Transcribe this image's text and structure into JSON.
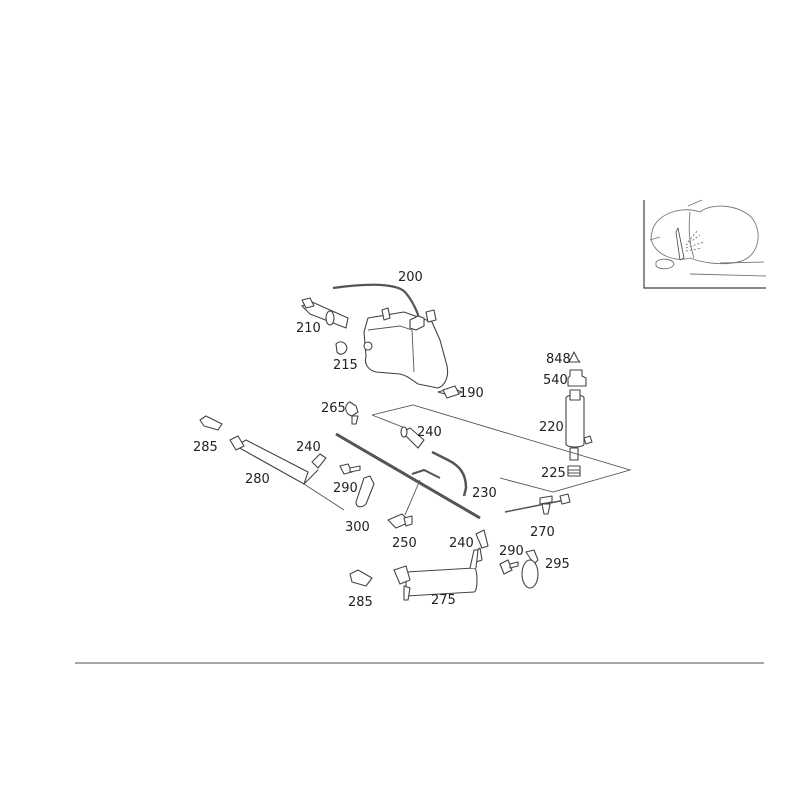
{
  "diagram": {
    "title": "Headlamp cleaning system – exploded parts view",
    "parts": [
      {
        "id": "200",
        "label": "200",
        "name": "washer-fluid-reservoir"
      },
      {
        "id": "210",
        "label": "210",
        "name": "filler-neck"
      },
      {
        "id": "215",
        "label": "215",
        "name": "grommet"
      },
      {
        "id": "190",
        "label": "190",
        "name": "reservoir-nut"
      },
      {
        "id": "848",
        "label": "848",
        "name": "connector-cap"
      },
      {
        "id": "540",
        "label": "540",
        "name": "electrical-connector"
      },
      {
        "id": "220",
        "label": "220",
        "name": "washer-pump"
      },
      {
        "id": "225",
        "label": "225",
        "name": "pump-seal"
      },
      {
        "id": "265",
        "label": "265",
        "name": "hose-clip"
      },
      {
        "id": "240a",
        "label": "240",
        "name": "hose-connector-upper"
      },
      {
        "id": "240b",
        "label": "240",
        "name": "hose-connector-left"
      },
      {
        "id": "240c",
        "label": "240",
        "name": "hose-connector-lower"
      },
      {
        "id": "230",
        "label": "230",
        "name": "washer-hose"
      },
      {
        "id": "285a",
        "label": "285",
        "name": "spray-nozzle-left"
      },
      {
        "id": "280",
        "label": "280",
        "name": "telescopic-cylinder-left"
      },
      {
        "id": "290a",
        "label": "290",
        "name": "bolt-left"
      },
      {
        "id": "300",
        "label": "300",
        "name": "bracket-left"
      },
      {
        "id": "250",
        "label": "250",
        "name": "t-piece"
      },
      {
        "id": "270",
        "label": "270",
        "name": "cable-tie-clip"
      },
      {
        "id": "290b",
        "label": "290",
        "name": "bolt-right"
      },
      {
        "id": "295",
        "label": "295",
        "name": "bracket-right"
      },
      {
        "id": "285b",
        "label": "285",
        "name": "spray-nozzle-right"
      },
      {
        "id": "275",
        "label": "275",
        "name": "telescopic-cylinder-right"
      }
    ],
    "inset": {
      "name": "vehicle-location-thumbnail"
    }
  }
}
